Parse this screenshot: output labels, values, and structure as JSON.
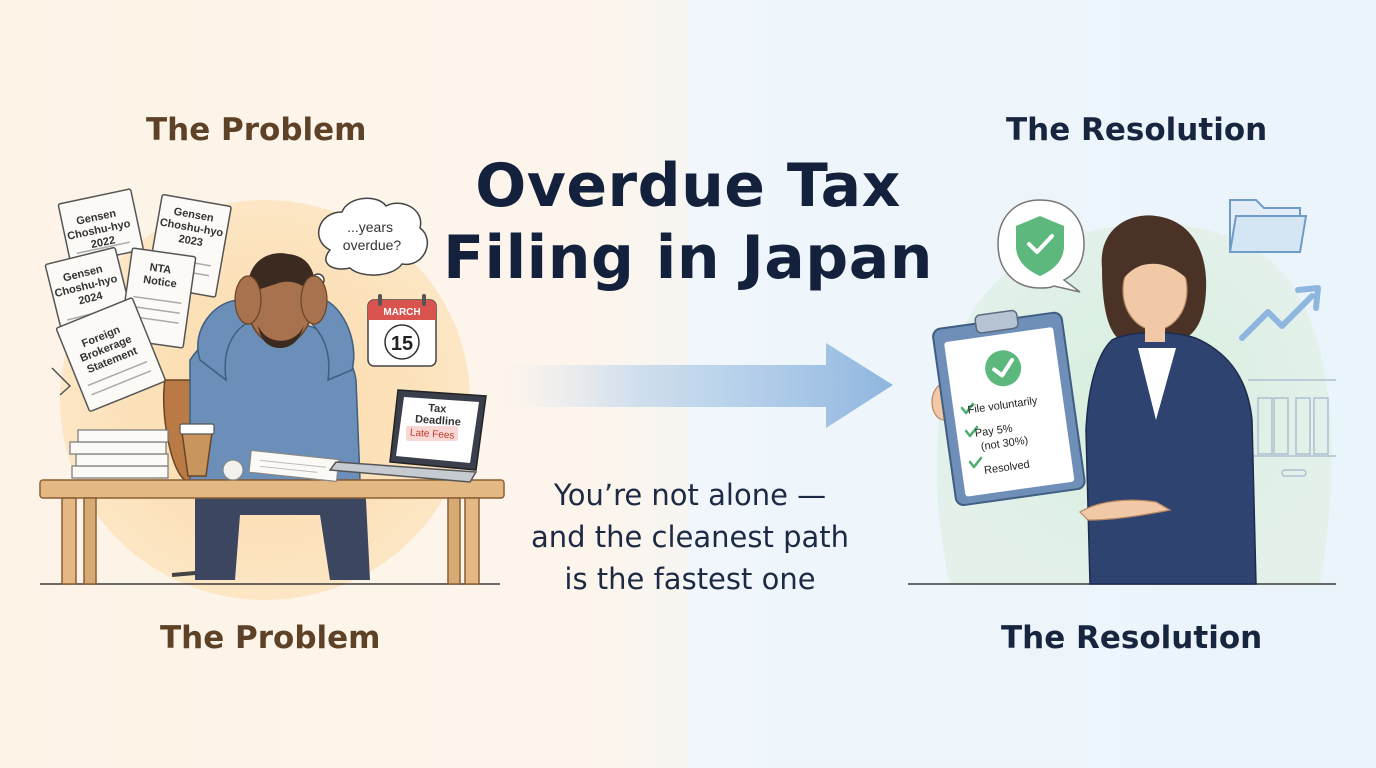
{
  "left_heading_top": "The Problem",
  "left_heading_bottom": "The Problem",
  "right_heading_top": "The Resolution",
  "right_heading_bottom": "The Resolution",
  "title_line1": "Overdue Tax",
  "title_line2": "Filing in Japan",
  "tagline_line1": "You’re not alone —",
  "tagline_line2": "and the cleanest path",
  "tagline_line3": "is the fastest one",
  "documents": {
    "doc1_line1": "Gensen",
    "doc1_line2": "Choshu-hyo",
    "doc1_line3": "2022",
    "doc2_line1": "Gensen",
    "doc2_line2": "Choshu-hyo",
    "doc2_line3": "2023",
    "doc3_line1": "Gensen",
    "doc3_line2": "Choshu-hyo",
    "doc3_line3": "2024",
    "doc4_line1": "NTA",
    "doc4_line2": "Notice",
    "doc5_line1": "Foreign",
    "doc5_line2": "Brokerage",
    "doc5_line3": "Statement"
  },
  "thought_line1": "...years",
  "thought_line2": "overdue?",
  "calendar_month": "MARCH",
  "calendar_day": "15",
  "laptop_line1": "Tax",
  "laptop_line2": "Deadline",
  "laptop_badge": "Late Fees",
  "checklist_item1": "File voluntarily",
  "checklist_item2_line1": "Pay 5%",
  "checklist_item2_line2": "(not 30%)",
  "checklist_item3": "Resolved",
  "colors": {
    "navy": "#14213d",
    "brown": "#5e4228",
    "green_check": "#4caf6e",
    "arrow_blue": "#8fb6df",
    "late_fees_red": "#d9534f"
  }
}
